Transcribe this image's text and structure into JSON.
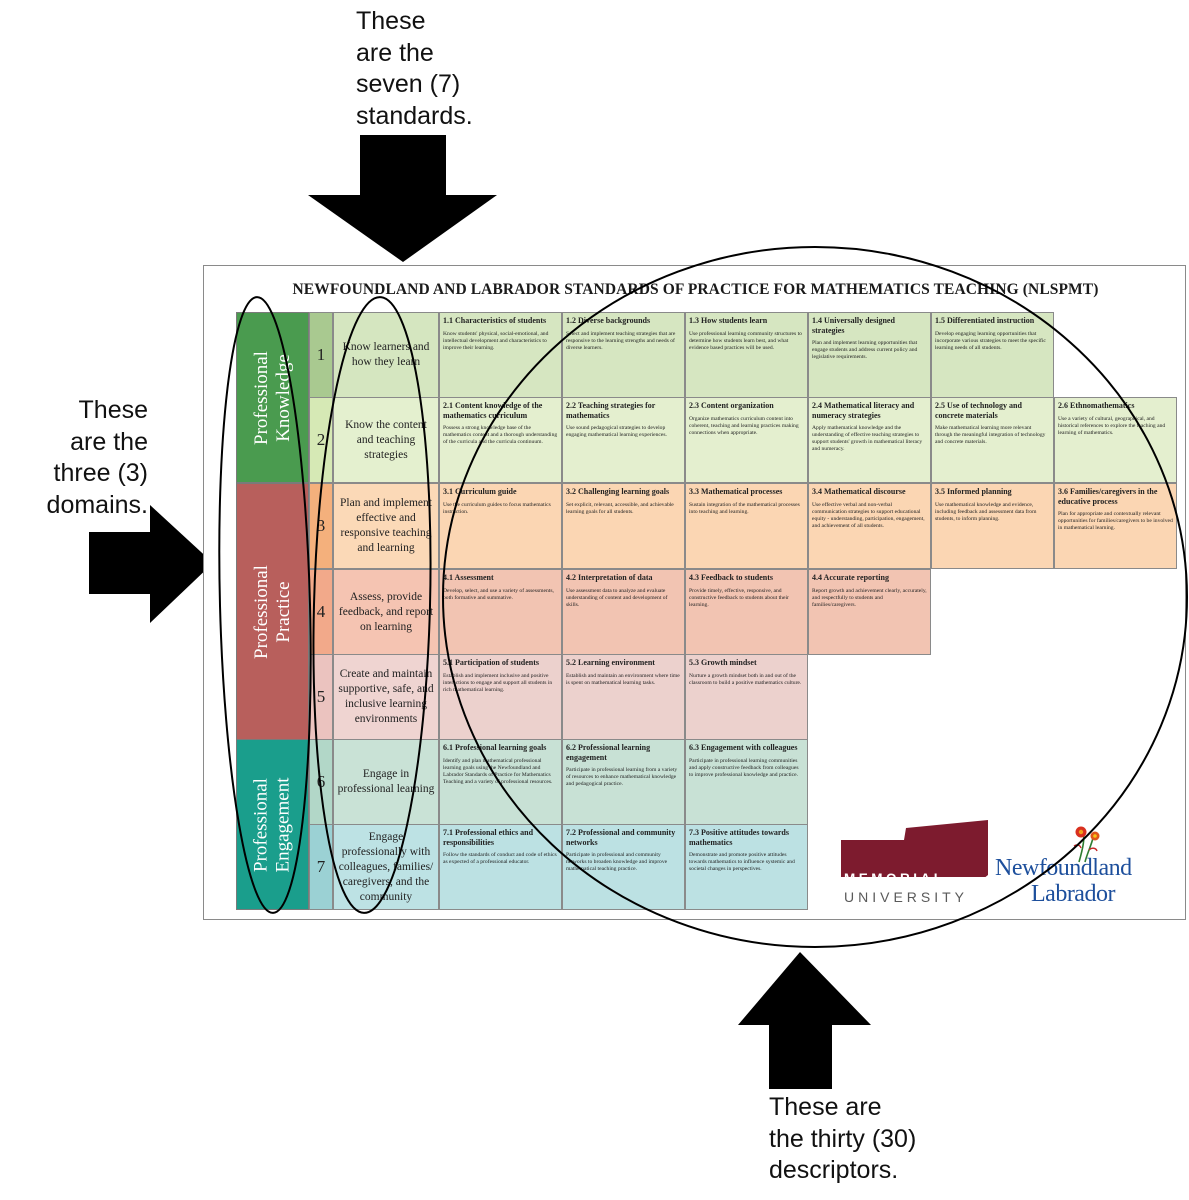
{
  "annotations": {
    "top": "These\nare the\nseven (7)\nstandards.",
    "left": "These\nare the\nthree (3)\ndomains.",
    "bottom": "These are\nthe thirty (30)\ndescriptors."
  },
  "poster": {
    "title": "NEWFOUNDLAND AND LABRADOR STANDARDS OF PRACTICE FOR MATHEMATICS TEACHING (NLSPMT)",
    "domains": [
      {
        "label": "Professional\nKnowledge",
        "color": "#4a9b4f"
      },
      {
        "label": "Professional\nPractice",
        "color": "#b85f5c"
      },
      {
        "label": "Professional\nEngagement",
        "color": "#1a9e8c"
      }
    ],
    "standards": [
      {
        "number": "1",
        "label": "Know learners and how they learn",
        "num_color": "#a9c990",
        "label_color": "#d5e6c0",
        "cell_color": "#d6e6c1"
      },
      {
        "number": "2",
        "label": "Know the content and teaching strategies",
        "num_color": "#d6e9b5",
        "label_color": "#e4f0cf",
        "cell_color": "#e4efcf"
      },
      {
        "number": "3",
        "label": "Plan and implement effective and responsive teaching and learning",
        "num_color": "#f4b07c",
        "label_color": "#fbd9b7",
        "cell_color": "#fbd6b3"
      },
      {
        "number": "4",
        "label": "Assess, provide feedback, and report on learning",
        "num_color": "#f2a98a",
        "label_color": "#f5c4b2",
        "cell_color": "#f2c4b2"
      },
      {
        "number": "5",
        "label": "Create and maintain supportive, safe, and inclusive learning environments",
        "num_color": "#ebc3bf",
        "label_color": "#efd4d1",
        "cell_color": "#ecd1cd"
      },
      {
        "number": "6",
        "label": "Engage in professional learning",
        "num_color": "#b2d7c8",
        "label_color": "#c9e2d6",
        "cell_color": "#c8e1d5"
      },
      {
        "number": "7",
        "label": "Engage professionally with colleagues, families/ caregivers, and the community",
        "num_color": "#9bd1d4",
        "label_color": "#bde2e4",
        "cell_color": "#bce1e3"
      }
    ],
    "descriptors": [
      [
        {
          "title": "1.1 Characteristics of students",
          "body": "Know students' physical, social-emotional, and intellectual development and characteristics to improve their learning."
        },
        {
          "title": "1.2 Diverse backgrounds",
          "body": "Select and implement teaching strategies that are responsive to the learning strengths and needs of diverse learners."
        },
        {
          "title": "1.3 How students learn",
          "body": "Use professional learning community structures to determine how students learn best, and what evidence based practices will be used."
        },
        {
          "title": "1.4 Universally designed strategies",
          "body": "Plan and implement learning opportunities that engage students and address current policy and legislative requirements."
        },
        {
          "title": "1.5 Differentiated instruction",
          "body": "Develop engaging learning opportunities that incorporate various strategies to meet the specific learning needs of all students."
        }
      ],
      [
        {
          "title": "2.1 Content knowledge of the mathematics curriculum",
          "body": "Possess a strong knowledge base of the mathematics content and a thorough understanding of the curricula and the curricula continuum."
        },
        {
          "title": "2.2 Teaching strategies for mathematics",
          "body": "Use sound pedagogical strategies to develop engaging mathematical learning experiences."
        },
        {
          "title": "2.3 Content organization",
          "body": "Organize mathematics curriculum content into coherent, teaching and learning practices making connections when appropriate."
        },
        {
          "title": "2.4 Mathematical literacy and numeracy strategies",
          "body": "Apply mathematical knowledge and the understanding of effective teaching strategies to support students' growth in mathematical literacy and numeracy."
        },
        {
          "title": "2.5 Use of technology and concrete materials",
          "body": "Make mathematical learning more relevant through the meaningful integration of technology and concrete materials."
        },
        {
          "title": "2.6 Ethnomathematics",
          "body": "Use a variety of cultural, geographical, and historical references to explore the teaching and learning of mathematics."
        }
      ],
      [
        {
          "title": "3.1 Curriculum guide",
          "body": "Use the curriculum guides to focus mathematics instruction."
        },
        {
          "title": "3.2 Challenging learning goals",
          "body": "Set explicit, relevant, accessible, and achievable learning goals for all students."
        },
        {
          "title": "3.3 Mathematical processes",
          "body": "Sustain integration of the mathematical processes into teaching and learning."
        },
        {
          "title": "3.4 Mathematical discourse",
          "body": "Use effective verbal and non-verbal communication strategies to support educational equity - understanding, participation, engagement, and achievement of all students."
        },
        {
          "title": "3.5 Informed planning",
          "body": "Use mathematical knowledge and evidence, including feedback and assessment data from students, to inform planning."
        },
        {
          "title": "3.6 Families/caregivers in the educative process",
          "body": "Plan for appropriate and contextually relevant opportunities for families/caregivers to be involved in mathematical learning."
        }
      ],
      [
        {
          "title": "4.1 Assessment",
          "body": "Develop, select, and use a variety of assessments, both formative and summative."
        },
        {
          "title": "4.2 Interpretation of data",
          "body": "Use assessment data to analyze and evaluate understanding of content and development of skills."
        },
        {
          "title": "4.3 Feedback to students",
          "body": "Provide timely, effective, responsive, and constructive feedback to students about their learning."
        },
        {
          "title": "4.4 Accurate reporting",
          "body": "Report growth and achievement clearly, accurately, and respectfully to students and families/caregivers."
        }
      ],
      [
        {
          "title": "5.1 Participation of students",
          "body": "Establish and implement inclusive and positive interactions to engage and support all students in rich mathematical learning."
        },
        {
          "title": "5.2 Learning environment",
          "body": "Establish and maintain an environment where time is spent on mathematical learning tasks."
        },
        {
          "title": "5.3 Growth mindset",
          "body": "Nurture a growth mindset both in and out of the classroom to build a positive mathematics culture."
        }
      ],
      [
        {
          "title": "6.1 Professional learning goals",
          "body": "Identify and plan mathematical professional learning goals using the Newfoundland and Labrador Standards of Practice for Mathematics Teaching and a variety of professional resources."
        },
        {
          "title": "6.2 Professional learning engagement",
          "body": "Participate in professional learning from a variety of resources to enhance mathematical knowledge and pedagogical practice."
        },
        {
          "title": "6.3 Engagement with colleagues",
          "body": "Participate in professional learning communities and apply constructive feedback from colleagues to improve professional knowledge and practice."
        }
      ],
      [
        {
          "title": "7.1 Professional ethics and responsibilities",
          "body": "Follow the standards of conduct and code of ethics as expected of a professional educator."
        },
        {
          "title": "7.2 Professional and community networks",
          "body": "Participate in professional and community networks to broaden knowledge and improve mathematical teaching practice."
        },
        {
          "title": "7.3 Positive attitudes towards mathematics",
          "body": "Demonstrate and promote positive attitudes towards mathematics to influence systemic and societal changes in perspectives."
        }
      ]
    ],
    "logos": {
      "memorial_line1": "MEMORIAL",
      "memorial_line2": "UNIVERSITY",
      "memorial_color": "#7d1b2e",
      "nl_line1": "Newfoundland",
      "nl_line2": "Labrador",
      "nl_color": "#1d4f9c"
    }
  }
}
